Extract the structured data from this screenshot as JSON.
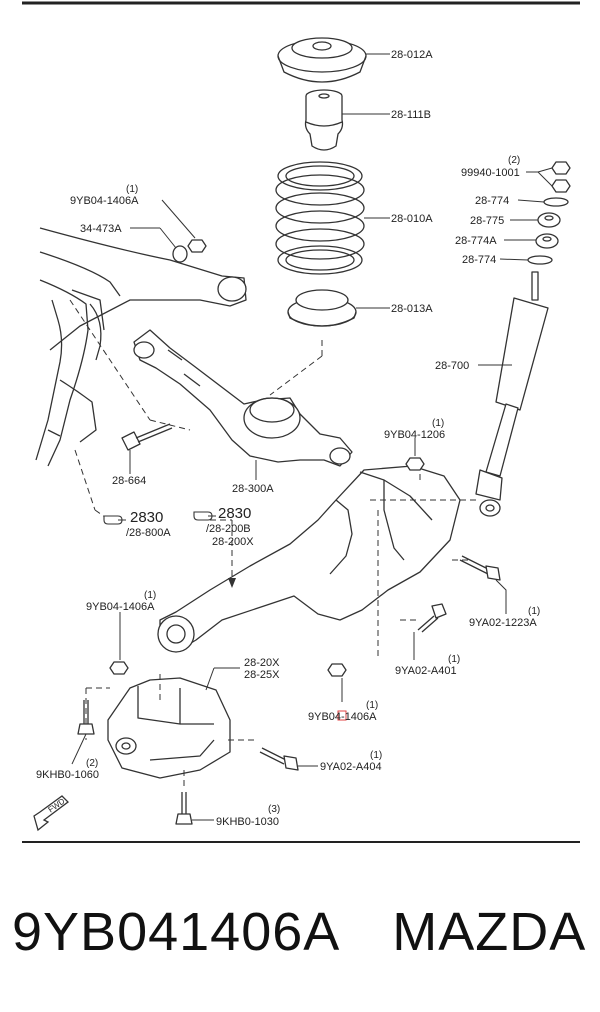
{
  "diagram": {
    "callouts": [
      {
        "id": "p1",
        "code": "28-012A",
        "qty": ""
      },
      {
        "id": "p2",
        "code": "28-111B",
        "qty": ""
      },
      {
        "id": "p3",
        "code": "28-010A",
        "qty": ""
      },
      {
        "id": "p4",
        "code": "28-013A",
        "qty": ""
      },
      {
        "id": "p5",
        "code": "99940-1001",
        "qty": "(2)"
      },
      {
        "id": "p6",
        "code": "28-774",
        "qty": ""
      },
      {
        "id": "p7",
        "code": "28-775",
        "qty": ""
      },
      {
        "id": "p8",
        "code": "28-774A",
        "qty": ""
      },
      {
        "id": "p9",
        "code": "28-774",
        "qty": ""
      },
      {
        "id": "p10",
        "code": "28-700",
        "qty": ""
      },
      {
        "id": "p11",
        "code": "9YB04-1406A",
        "qty": "(1)"
      },
      {
        "id": "p12",
        "code": "34-473A",
        "qty": ""
      },
      {
        "id": "p13",
        "code": "28-664",
        "qty": ""
      },
      {
        "id": "p14",
        "code": "28-300A",
        "qty": ""
      },
      {
        "id": "p15",
        "code": "9YB04-1206",
        "qty": "(1)"
      },
      {
        "id": "p16",
        "code": "9YB04-1406A",
        "qty": "(1)"
      },
      {
        "id": "p17",
        "code": "9YA02-1223A",
        "qty": "(1)"
      },
      {
        "id": "p18",
        "code": "9YA02-A401",
        "qty": "(1)"
      },
      {
        "id": "p19",
        "code": "9YB04-1406A",
        "qty": "(1)"
      },
      {
        "id": "p20",
        "code": "9YA02-A404",
        "qty": "(1)"
      },
      {
        "id": "p21",
        "code": "9KHB0-1060",
        "qty": "(2)"
      },
      {
        "id": "p22",
        "code": "9KHB0-1030",
        "qty": "(3)"
      }
    ],
    "refs": {
      "left_num": "2830",
      "left_sub": "/28-800A",
      "right_num": "2830",
      "right_sub1": "/28-200B",
      "right_sub2": "28-200X",
      "mount_a": "28-20X",
      "mount_b": "28-25X"
    },
    "fwd_label": "FWD"
  },
  "footer": {
    "part_number": "9YB041406A",
    "brand": "MAZDA"
  },
  "colors": {
    "lines": "#333333",
    "highlight": "#e04040",
    "background": "#ffffff"
  }
}
